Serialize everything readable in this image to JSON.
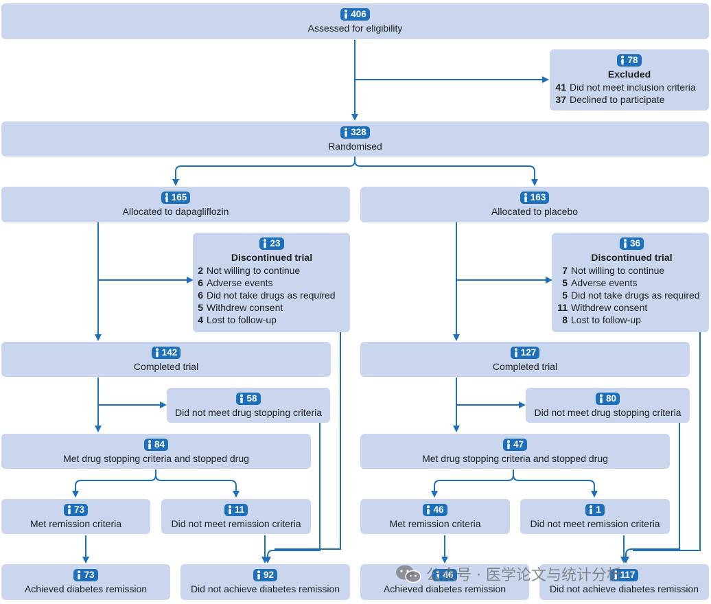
{
  "assessed": {
    "n": "406",
    "label": "Assessed for eligibility"
  },
  "excluded": {
    "n": "78",
    "title": "Excluded",
    "reasons": [
      {
        "n": "41",
        "text": "Did not meet inclusion criteria"
      },
      {
        "n": "37",
        "text": "Declined to participate"
      }
    ]
  },
  "randomised": {
    "n": "328",
    "label": "Randomised"
  },
  "dapa": {
    "allocated": {
      "n": "165",
      "label": "Allocated to dapagliflozin"
    },
    "discontinued": {
      "n": "23",
      "title": "Discontinued trial",
      "reasons": [
        {
          "n": "2",
          "text": "Not willing to continue"
        },
        {
          "n": "6",
          "text": "Adverse events"
        },
        {
          "n": "6",
          "text": "Did not take drugs as required"
        },
        {
          "n": "5",
          "text": "Withdrew consent"
        },
        {
          "n": "4",
          "text": "Lost to follow-up"
        }
      ]
    },
    "completed": {
      "n": "142",
      "label": "Completed trial"
    },
    "not_meet_stop": {
      "n": "58",
      "label": "Did not meet drug stopping criteria"
    },
    "met_stop": {
      "n": "84",
      "label": "Met drug stopping criteria and stopped drug"
    },
    "met_remission": {
      "n": "73",
      "label": "Met remission criteria"
    },
    "not_meet_remission": {
      "n": "11",
      "label": "Did not meet remission criteria"
    },
    "achieved": {
      "n": "73",
      "label": "Achieved diabetes remission"
    },
    "not_achieve": {
      "n": "92",
      "label": "Did not achieve diabetes remission"
    }
  },
  "placebo": {
    "allocated": {
      "n": "163",
      "label": "Allocated to placebo"
    },
    "discontinued": {
      "n": "36",
      "title": "Discontinued trial",
      "reasons": [
        {
          "n": "7",
          "text": "Not willing to continue"
        },
        {
          "n": "5",
          "text": "Adverse events"
        },
        {
          "n": "5",
          "text": "Did not take drugs as required"
        },
        {
          "n": "11",
          "text": "Withdrew consent"
        },
        {
          "n": "8",
          "text": "Lost to follow-up"
        }
      ]
    },
    "completed": {
      "n": "127",
      "label": "Completed trial"
    },
    "not_meet_stop": {
      "n": "80",
      "label": "Did not meet drug stopping criteria"
    },
    "met_stop": {
      "n": "47",
      "label": "Met drug stopping criteria and stopped drug"
    },
    "met_remission": {
      "n": "46",
      "label": "Met remission criteria"
    },
    "not_meet_remission": {
      "n": "1",
      "label": "Did not meet remission criteria"
    },
    "achieved": {
      "n": "46",
      "label": "Achieved diabetes remission"
    },
    "not_achieve": {
      "n": "117",
      "label": "Did not achieve diabetes remission"
    }
  },
  "watermark": "公众号 · 医学论文与统计分析",
  "colors": {
    "box": "#c9d6ee",
    "arrow": "#1c6fb8",
    "badge": "#1c6fb8"
  },
  "icons": {
    "badge": "person-icon",
    "watermark": "wechat-icon"
  }
}
